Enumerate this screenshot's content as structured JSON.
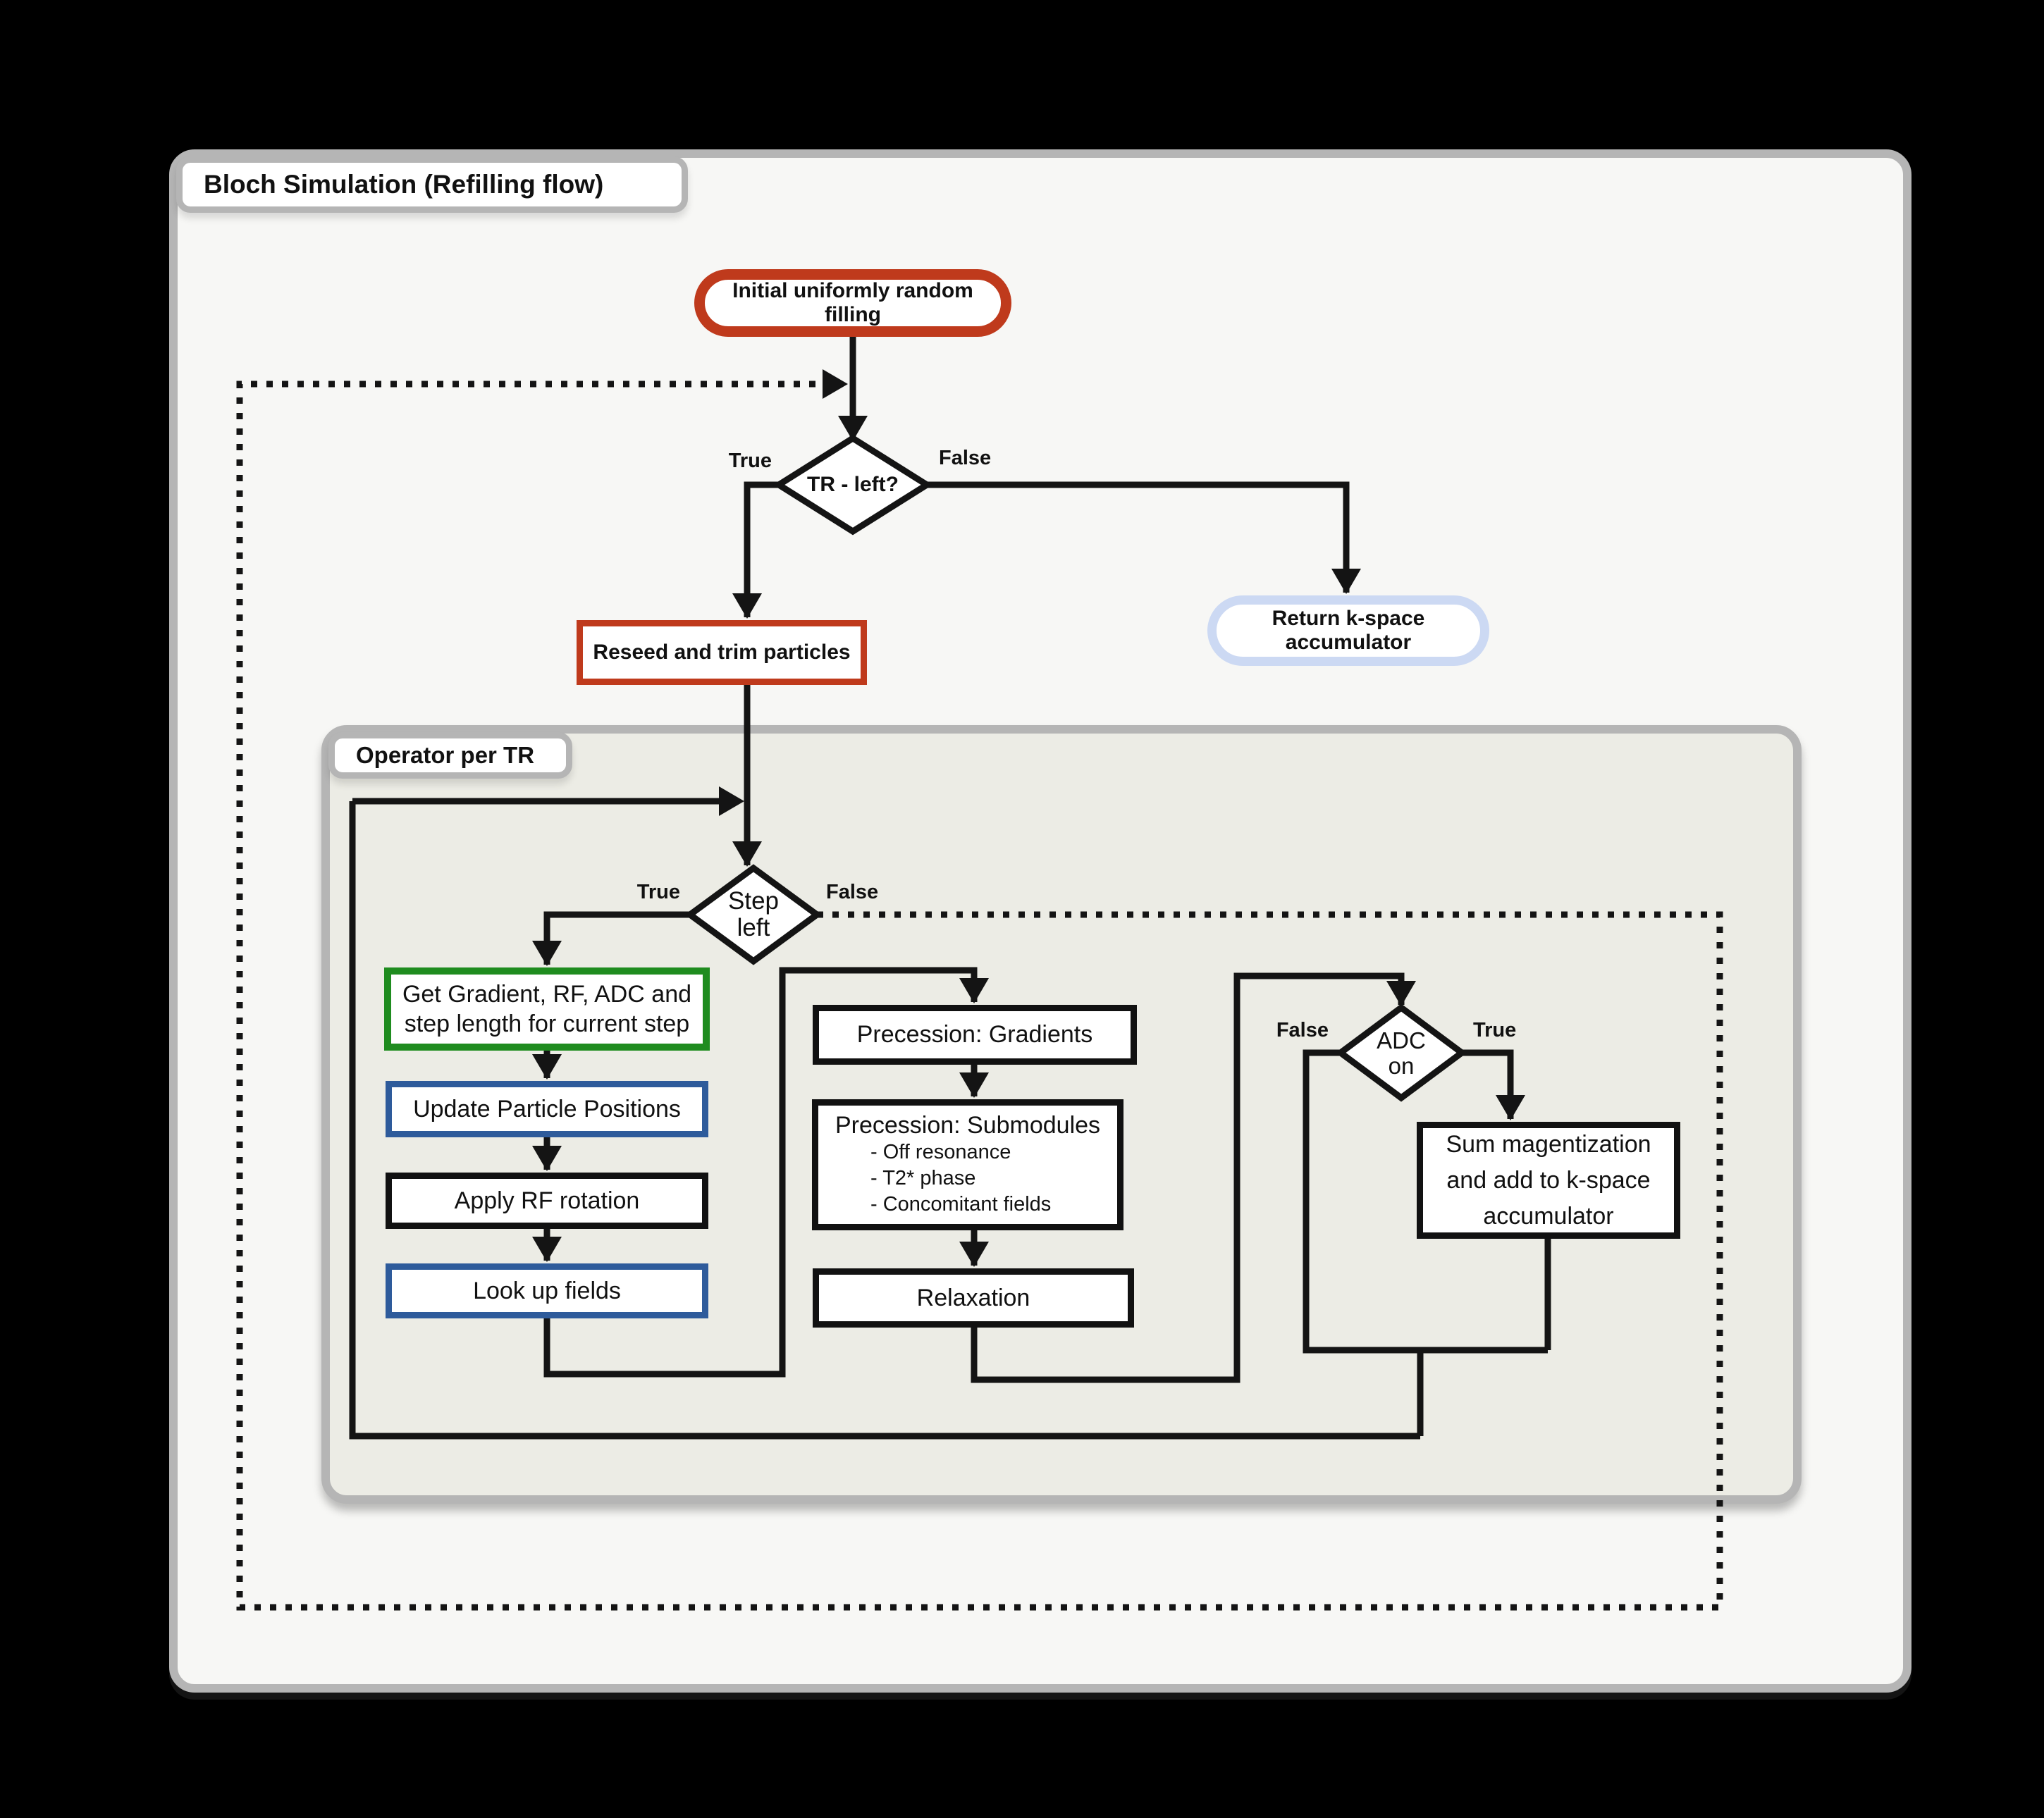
{
  "panels": {
    "outer_title": "Bloch Simulation (Refilling flow)",
    "inner_title": "Operator per TR"
  },
  "nodes": {
    "initial": "Initial uniformly random filling",
    "tr_check": "TR - left?",
    "reseed": "Reseed and trim particles",
    "return_kspace": "Return k-space accumulator",
    "step_check": "Step\nleft",
    "get_gradient": "Get Gradient, RF,  ADC and\nstep length for current step",
    "update_positions": "Update Particle Positions",
    "apply_rf": "Apply RF rotation",
    "lookup_fields": "Look up fields",
    "precession_gradients": "Precession: Gradients",
    "precession_submodules": {
      "title": "Precession: Submodules",
      "items": [
        "- Off resonance",
        "- T2* phase",
        "- Concomitant fields"
      ]
    },
    "relaxation": "Relaxation",
    "adc_check": "ADC\non",
    "sum_magnetization": "Sum magentization\nand add to k-space\naccumulator"
  },
  "edge_labels": {
    "tr_true": "True",
    "tr_false": "False",
    "step_true": "True",
    "step_false": "False",
    "adc_false": "False",
    "adc_true": "True"
  },
  "colors": {
    "canvas-bg": "#000000",
    "outer-bg": "#f7f7f5",
    "inner-bg": "#ecece5",
    "panel-border": "#b5b5b5",
    "edge": "#141414",
    "accent-red": "#bf3a1c",
    "accent-green": "#1f8c1f",
    "accent-blue": "#2e5b9b",
    "accent-lightblue": "#ccd9f3"
  }
}
